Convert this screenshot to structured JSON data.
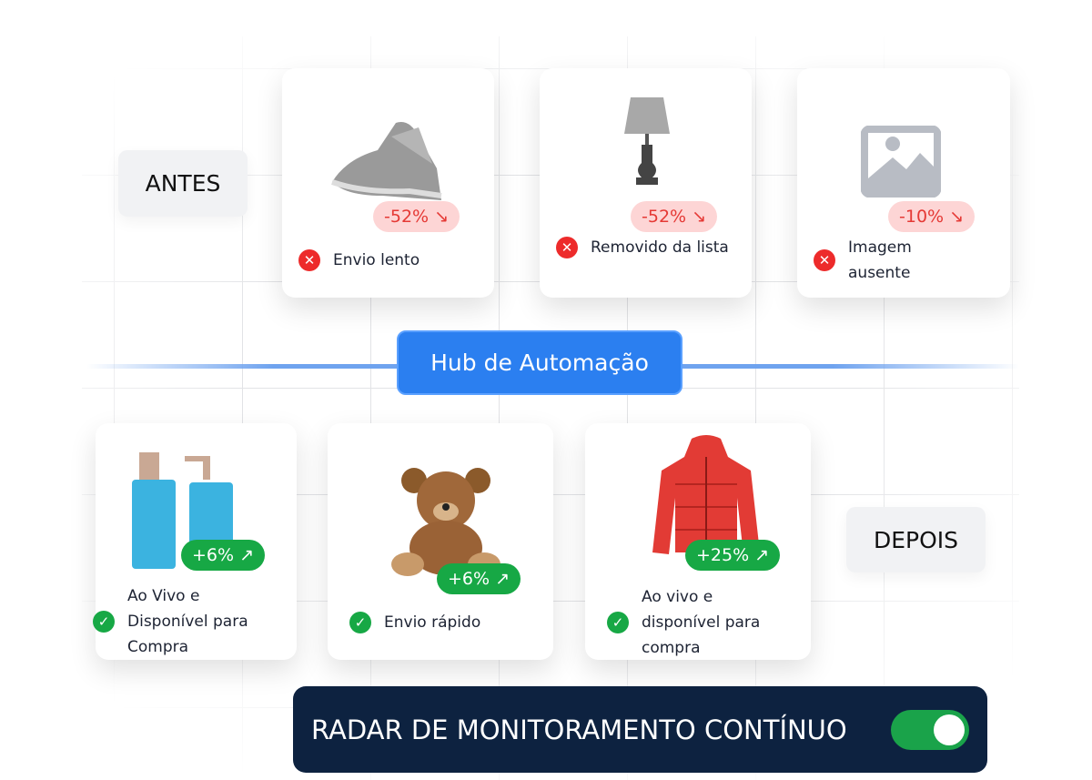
{
  "labels": {
    "before": "ANTES",
    "after": "DEPOIS"
  },
  "hub": {
    "label": "Hub de Automação",
    "color": "#2b7ff0"
  },
  "radar": {
    "label": "RADAR DE MONITORAMENTO CONTÍNUO",
    "toggle_on": true
  },
  "before_cards": [
    {
      "product": "sneakers",
      "change": "-52%",
      "status": "Envio lento",
      "icon": "x-circle-icon"
    },
    {
      "product": "lamp",
      "change": "-52%",
      "status": "Removido da lista",
      "icon": "x-circle-icon"
    },
    {
      "product": "image-placeholder",
      "change": "-10%",
      "status": "Imagem ausente",
      "icon": "x-circle-icon"
    }
  ],
  "after_cards": [
    {
      "product": "bottles",
      "change": "+6%",
      "status": "Ao Vivo e Disponível para Compra",
      "icon": "check-circle-icon"
    },
    {
      "product": "teddy-bear",
      "change": "+6%",
      "status": "Envio rápido",
      "icon": "check-circle-icon"
    },
    {
      "product": "jacket",
      "change": "+25%",
      "status": "Ao vivo e disponível para compra",
      "icon": "check-circle-icon"
    }
  ],
  "colors": {
    "negative": "#e53935",
    "positive": "#17a845",
    "navy": "#0d2240"
  }
}
